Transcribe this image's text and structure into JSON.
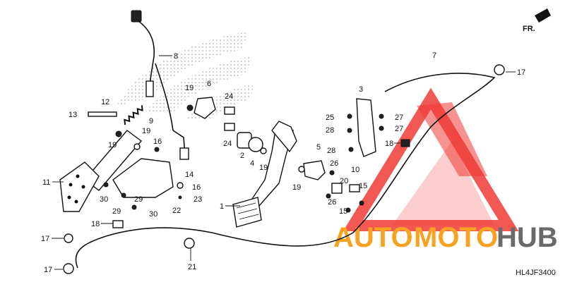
{
  "diagram": {
    "direction_marker": "FR.",
    "diagram_code": "HL4JF3400",
    "watermark": {
      "brand_text_1": "AUTO",
      "brand_text_2": "MOTO",
      "brand_text_3": "HUB",
      "colors": {
        "red": "#ef3b36",
        "orange": "#f7a321",
        "gray": "#6a6a6a"
      }
    },
    "callouts": [
      "1",
      "2",
      "4",
      "3",
      "5",
      "6",
      "7",
      "8",
      "9",
      "10",
      "11",
      "12",
      "13",
      "14",
      "15",
      "15",
      "16",
      "16",
      "17",
      "17",
      "17",
      "18",
      "18",
      "19",
      "19",
      "19",
      "19",
      "19",
      "20",
      "21",
      "22",
      "23",
      "24",
      "24",
      "25",
      "26",
      "26",
      "27",
      "27",
      "28",
      "28",
      "29",
      "29",
      "30",
      "30"
    ]
  }
}
